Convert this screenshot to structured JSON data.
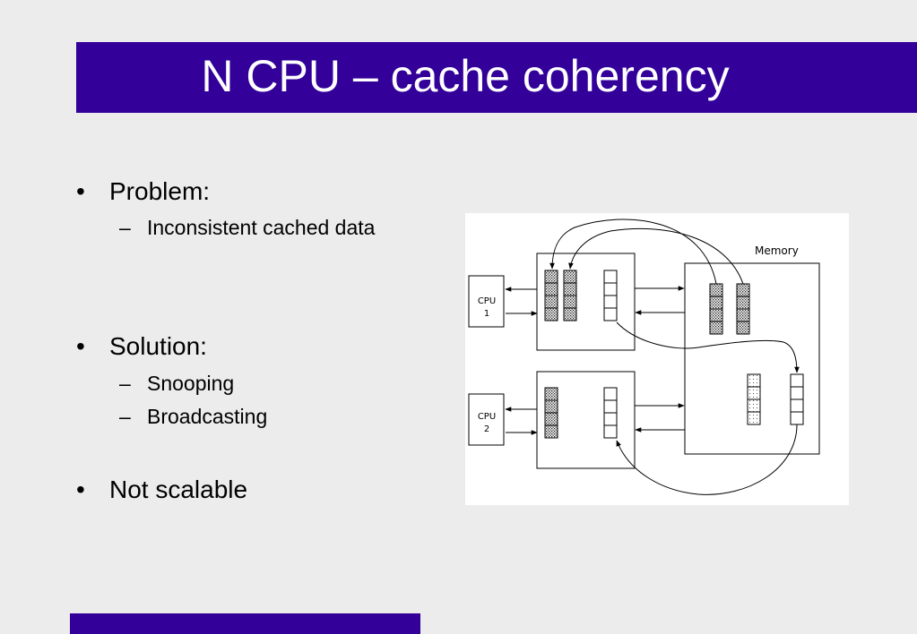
{
  "slide": {
    "title": "N CPU – cache coherency",
    "accent_color": "#330099",
    "background_color": "#ececec",
    "bullets": [
      {
        "marker": "•",
        "text": "Problem:",
        "sub": [
          {
            "marker": "–",
            "text": "Inconsistent cached data"
          }
        ]
      },
      {
        "marker": "•",
        "text": "Solution:",
        "sub": [
          {
            "marker": "–",
            "text": "Snooping"
          },
          {
            "marker": "–",
            "text": "Broadcasting"
          }
        ]
      },
      {
        "marker": "•",
        "text": "Not scalable",
        "sub": []
      }
    ]
  },
  "diagram": {
    "memory_label": "Memory",
    "cpu1_label": "CPU",
    "cpu1_number": "1",
    "cpu2_label": "CPU",
    "cpu2_number": "2"
  }
}
